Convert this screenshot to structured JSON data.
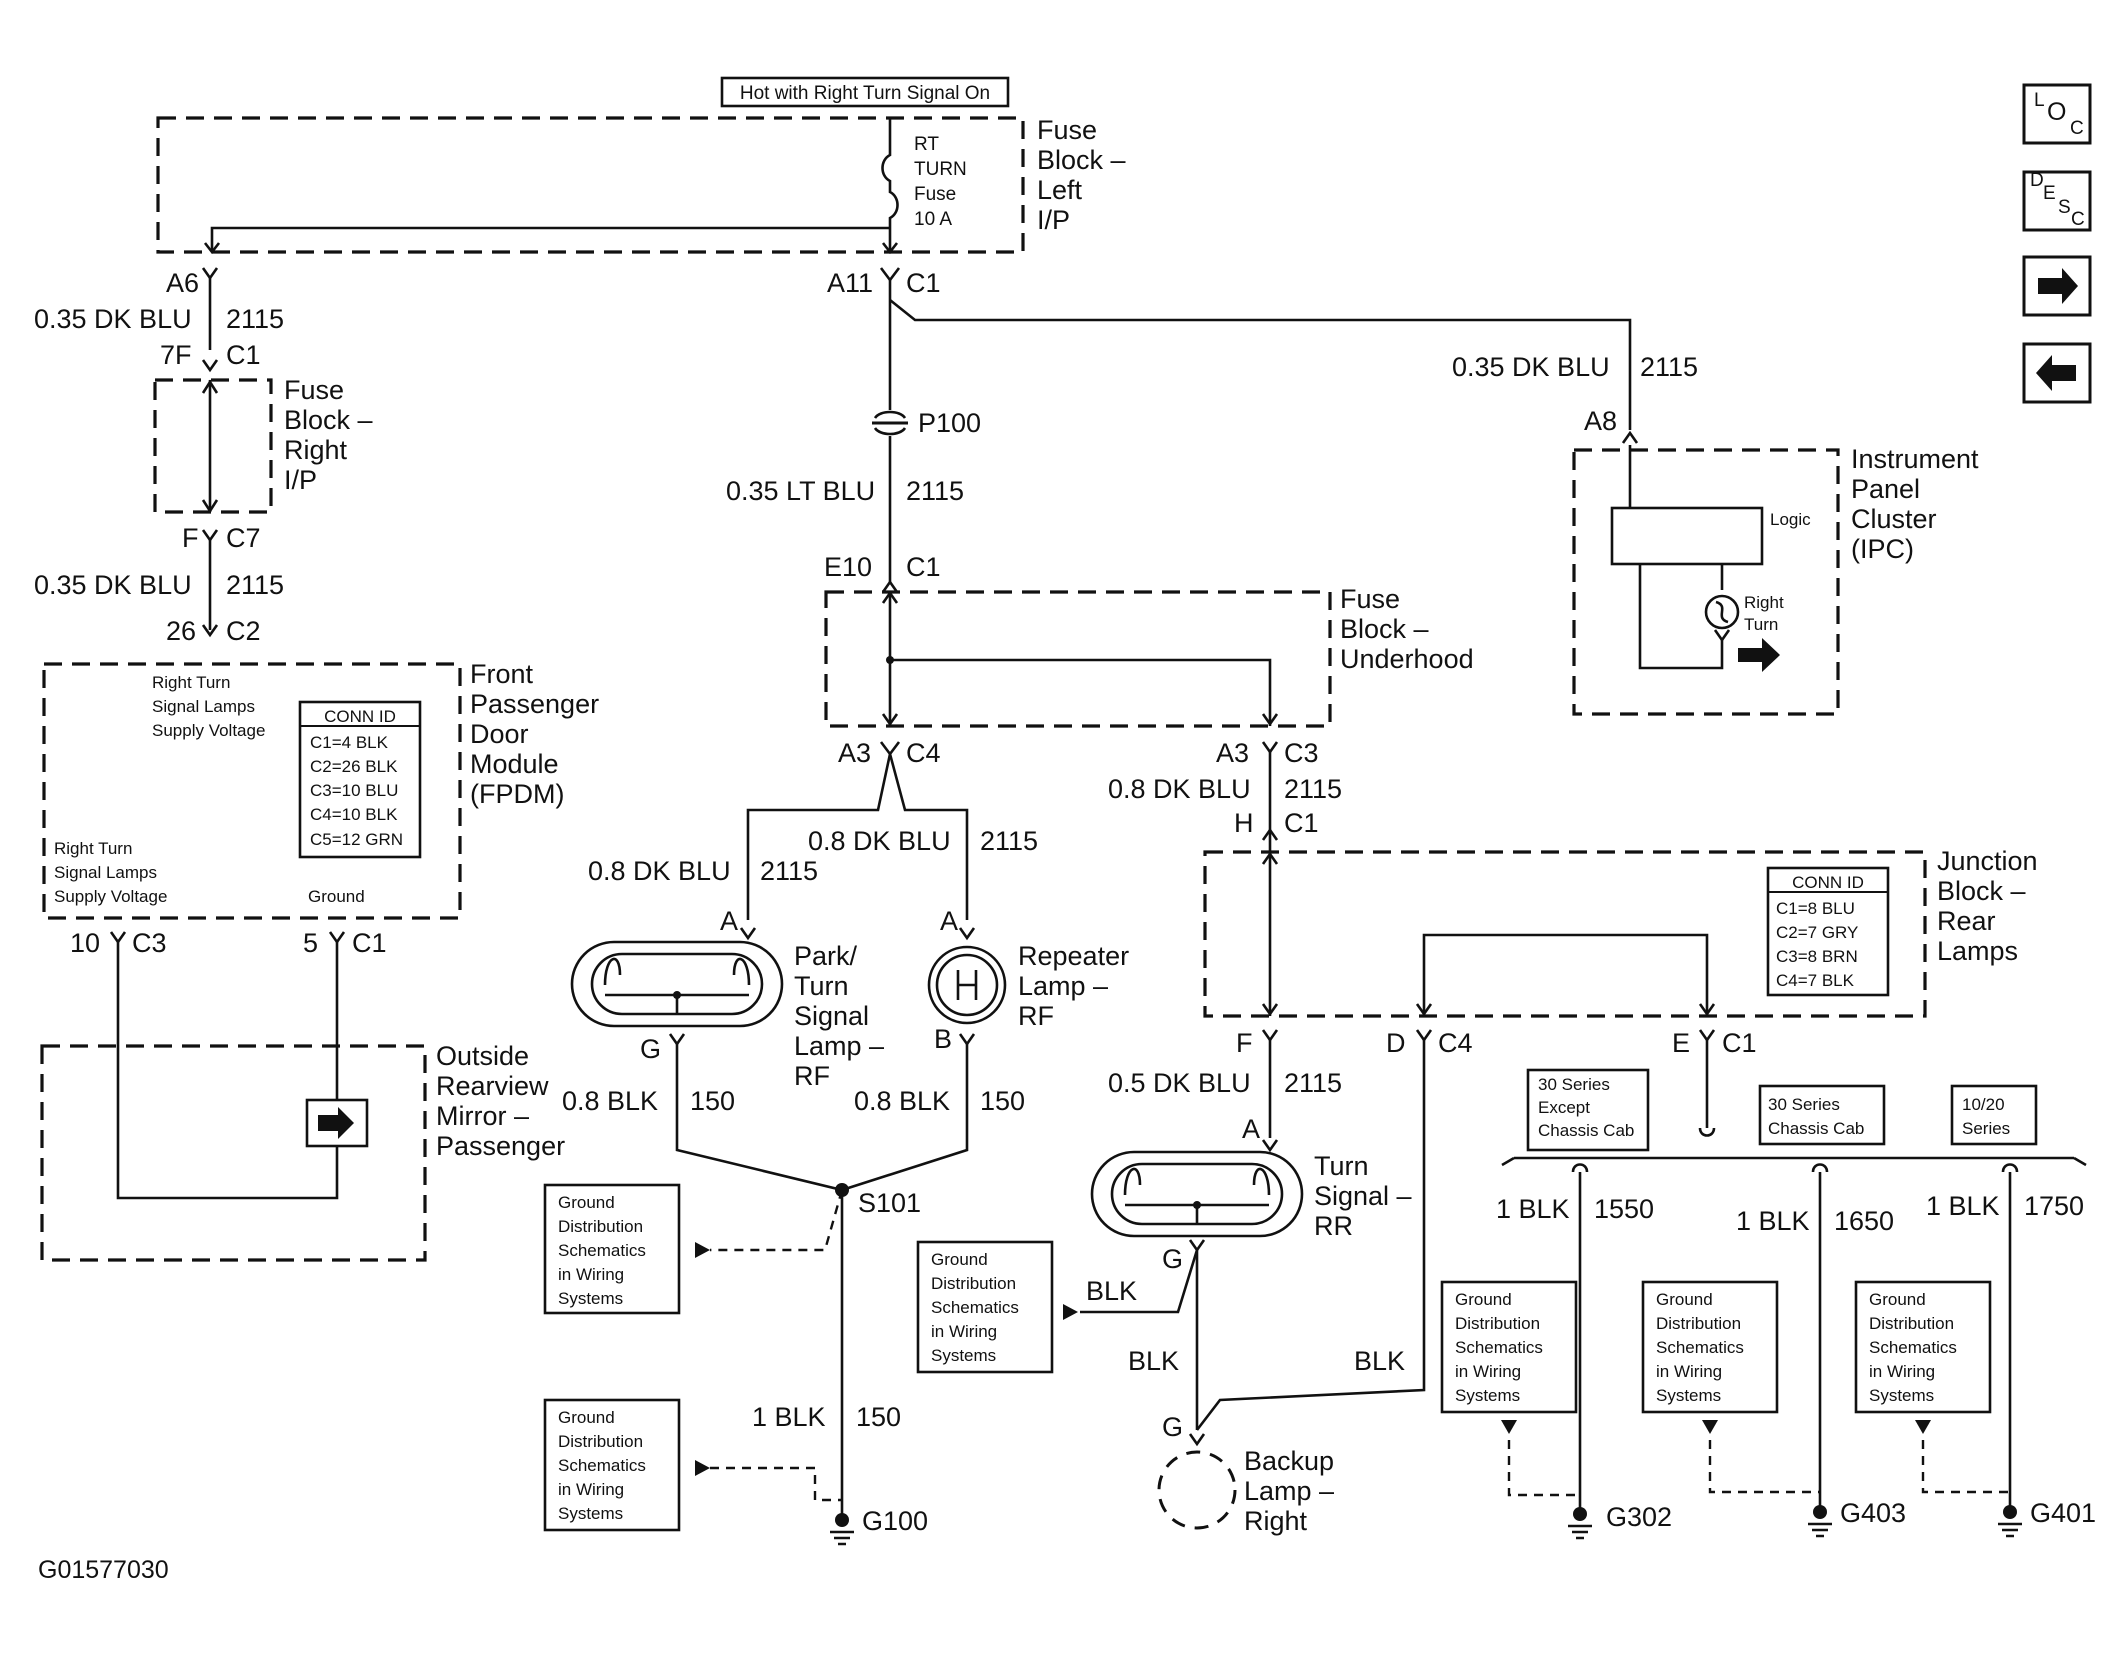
{
  "header": {
    "banner": "Hot with Right Turn Signal On"
  },
  "figure_id": "G01577030",
  "nav_buttons": {
    "loc": {
      "top": "L",
      "mid": "O",
      "bot": "C"
    },
    "desc": {
      "a": "D",
      "b": "E",
      "c": "S",
      "d": "C"
    }
  },
  "fuse_block_left": {
    "title": [
      "Fuse",
      "Block –",
      "Left",
      "I/P"
    ],
    "fuse": [
      "RT",
      "TURN",
      "Fuse",
      "10 A"
    ]
  },
  "fuse_block_right": {
    "title": [
      "Fuse",
      "Block –",
      "Right",
      "I/P"
    ]
  },
  "fuse_block_underhood": {
    "title": [
      "Fuse",
      "Block –",
      "Underhood"
    ]
  },
  "fpdm": {
    "title": [
      "Front",
      "Passenger",
      "Door",
      "Module",
      "(FPDM)"
    ],
    "supply_label_top": [
      "Right Turn",
      "Signal Lamps",
      "Supply Voltage"
    ],
    "supply_label_bottom": [
      "Right Turn",
      "Signal Lamps",
      "Supply Voltage"
    ],
    "ground_label": "Ground",
    "conn_header": "CONN ID",
    "conn_rows": [
      "C1=4 BLK",
      "C2=26 BLK",
      "C3=10 BLU",
      "C4=10 BLK",
      "C5=12 GRN"
    ]
  },
  "mirror": {
    "title": [
      "Outside",
      "Rearview",
      "Mirror –",
      "Passenger"
    ]
  },
  "ipc": {
    "title": [
      "Instrument",
      "Panel",
      "Cluster",
      "(IPC)"
    ],
    "logic": "Logic",
    "indicator": [
      "Right",
      "Turn"
    ]
  },
  "junction": {
    "title": [
      "Junction",
      "Block –",
      "Rear",
      "Lamps"
    ],
    "conn_header": "CONN ID",
    "conn_rows": [
      "C1=8 BLU",
      "C2=7 GRY",
      "C3=8 BRN",
      "C4=7 BLK"
    ]
  },
  "lamps": {
    "park_turn": [
      "Park/",
      "Turn",
      "Signal",
      "Lamp –",
      "RF"
    ],
    "repeater": [
      "Repeater",
      "Lamp –",
      "RF"
    ],
    "turn_rr": [
      "Turn",
      "Signal –",
      "RR"
    ],
    "backup": [
      "Backup",
      "Lamp –",
      "Right"
    ]
  },
  "series": {
    "s30_except": [
      "30 Series",
      "Except",
      "Chassis Cab"
    ],
    "s30_chassis": [
      "30 Series",
      "Chassis Cab"
    ],
    "s1020": [
      "10/20",
      "Series"
    ]
  },
  "ground_ref": [
    "Ground",
    "Distribution",
    "Schematics",
    "in Wiring",
    "Systems"
  ],
  "labels": {
    "a6": "A6",
    "a11": "A11",
    "c1": "C1",
    "c1b": "C1",
    "c1c": "C1",
    "c1d": "C1",
    "c1e": "C1",
    "c1f": "C1",
    "w_035_dkblu": "0.35 DK BLU",
    "w_2115": "2115",
    "w_7f": "7F",
    "w_f": "F",
    "w_c7": "C7",
    "w_035_dkblu_2": "0.35 DK BLU",
    "w_2115_2": "2115",
    "w_26": "26",
    "w_c2": "C2",
    "w_035_dkblu_ipc": "0.35 DK BLU",
    "w_2115_ipc": "2115",
    "w_a8": "A8",
    "w_p100": "P100",
    "w_035_ltblu": "0.35 LT BLU",
    "w_2115_lt": "2115",
    "w_e10": "E10",
    "w_a3": "A3",
    "w_c4": "C4",
    "w_a3b": "A3",
    "w_c3": "C3",
    "w_08_dkblu_r": "0.8 DK BLU",
    "w_2115_r": "2115",
    "w_h": "H",
    "w_08_dkblu_m": "0.8 DK BLU",
    "w_2115_m": "2115",
    "w_08_dkblu_l": "0.8 DK BLU",
    "w_2115_l": "2115",
    "w_a_park": "A",
    "w_a_rep": "A",
    "w_g_park": "G",
    "w_b_rep": "B",
    "w_08blk_l": "0.8 BLK",
    "w_150_l": "150",
    "w_08blk_r": "0.8 BLK",
    "w_150_r": "150",
    "w_s101": "S101",
    "w_1blk": "1 BLK",
    "w_150_g": "150",
    "w_g100": "G100",
    "w_10": "10",
    "w_c3_fp": "C3",
    "w_5": "5",
    "w_f_j": "F",
    "w_d_j": "D",
    "w_c4_j": "C4",
    "w_e_j": "E",
    "w_05_dkblu": "0.5 DK BLU",
    "w_2115_j": "2115",
    "w_a_rr": "A",
    "w_g_rr": "G",
    "w_blk_1": "BLK",
    "w_blk_2": "BLK",
    "w_blk_3": "BLK",
    "w_g_bu": "G",
    "w_1blk_1550": "1 BLK",
    "w_1550": "1550",
    "w_1blk_1650": "1 BLK",
    "w_1650": "1650",
    "w_1blk_1750": "1 BLK",
    "w_1750": "1750",
    "w_g302": "G302",
    "w_g403": "G403",
    "w_g401": "G401"
  }
}
